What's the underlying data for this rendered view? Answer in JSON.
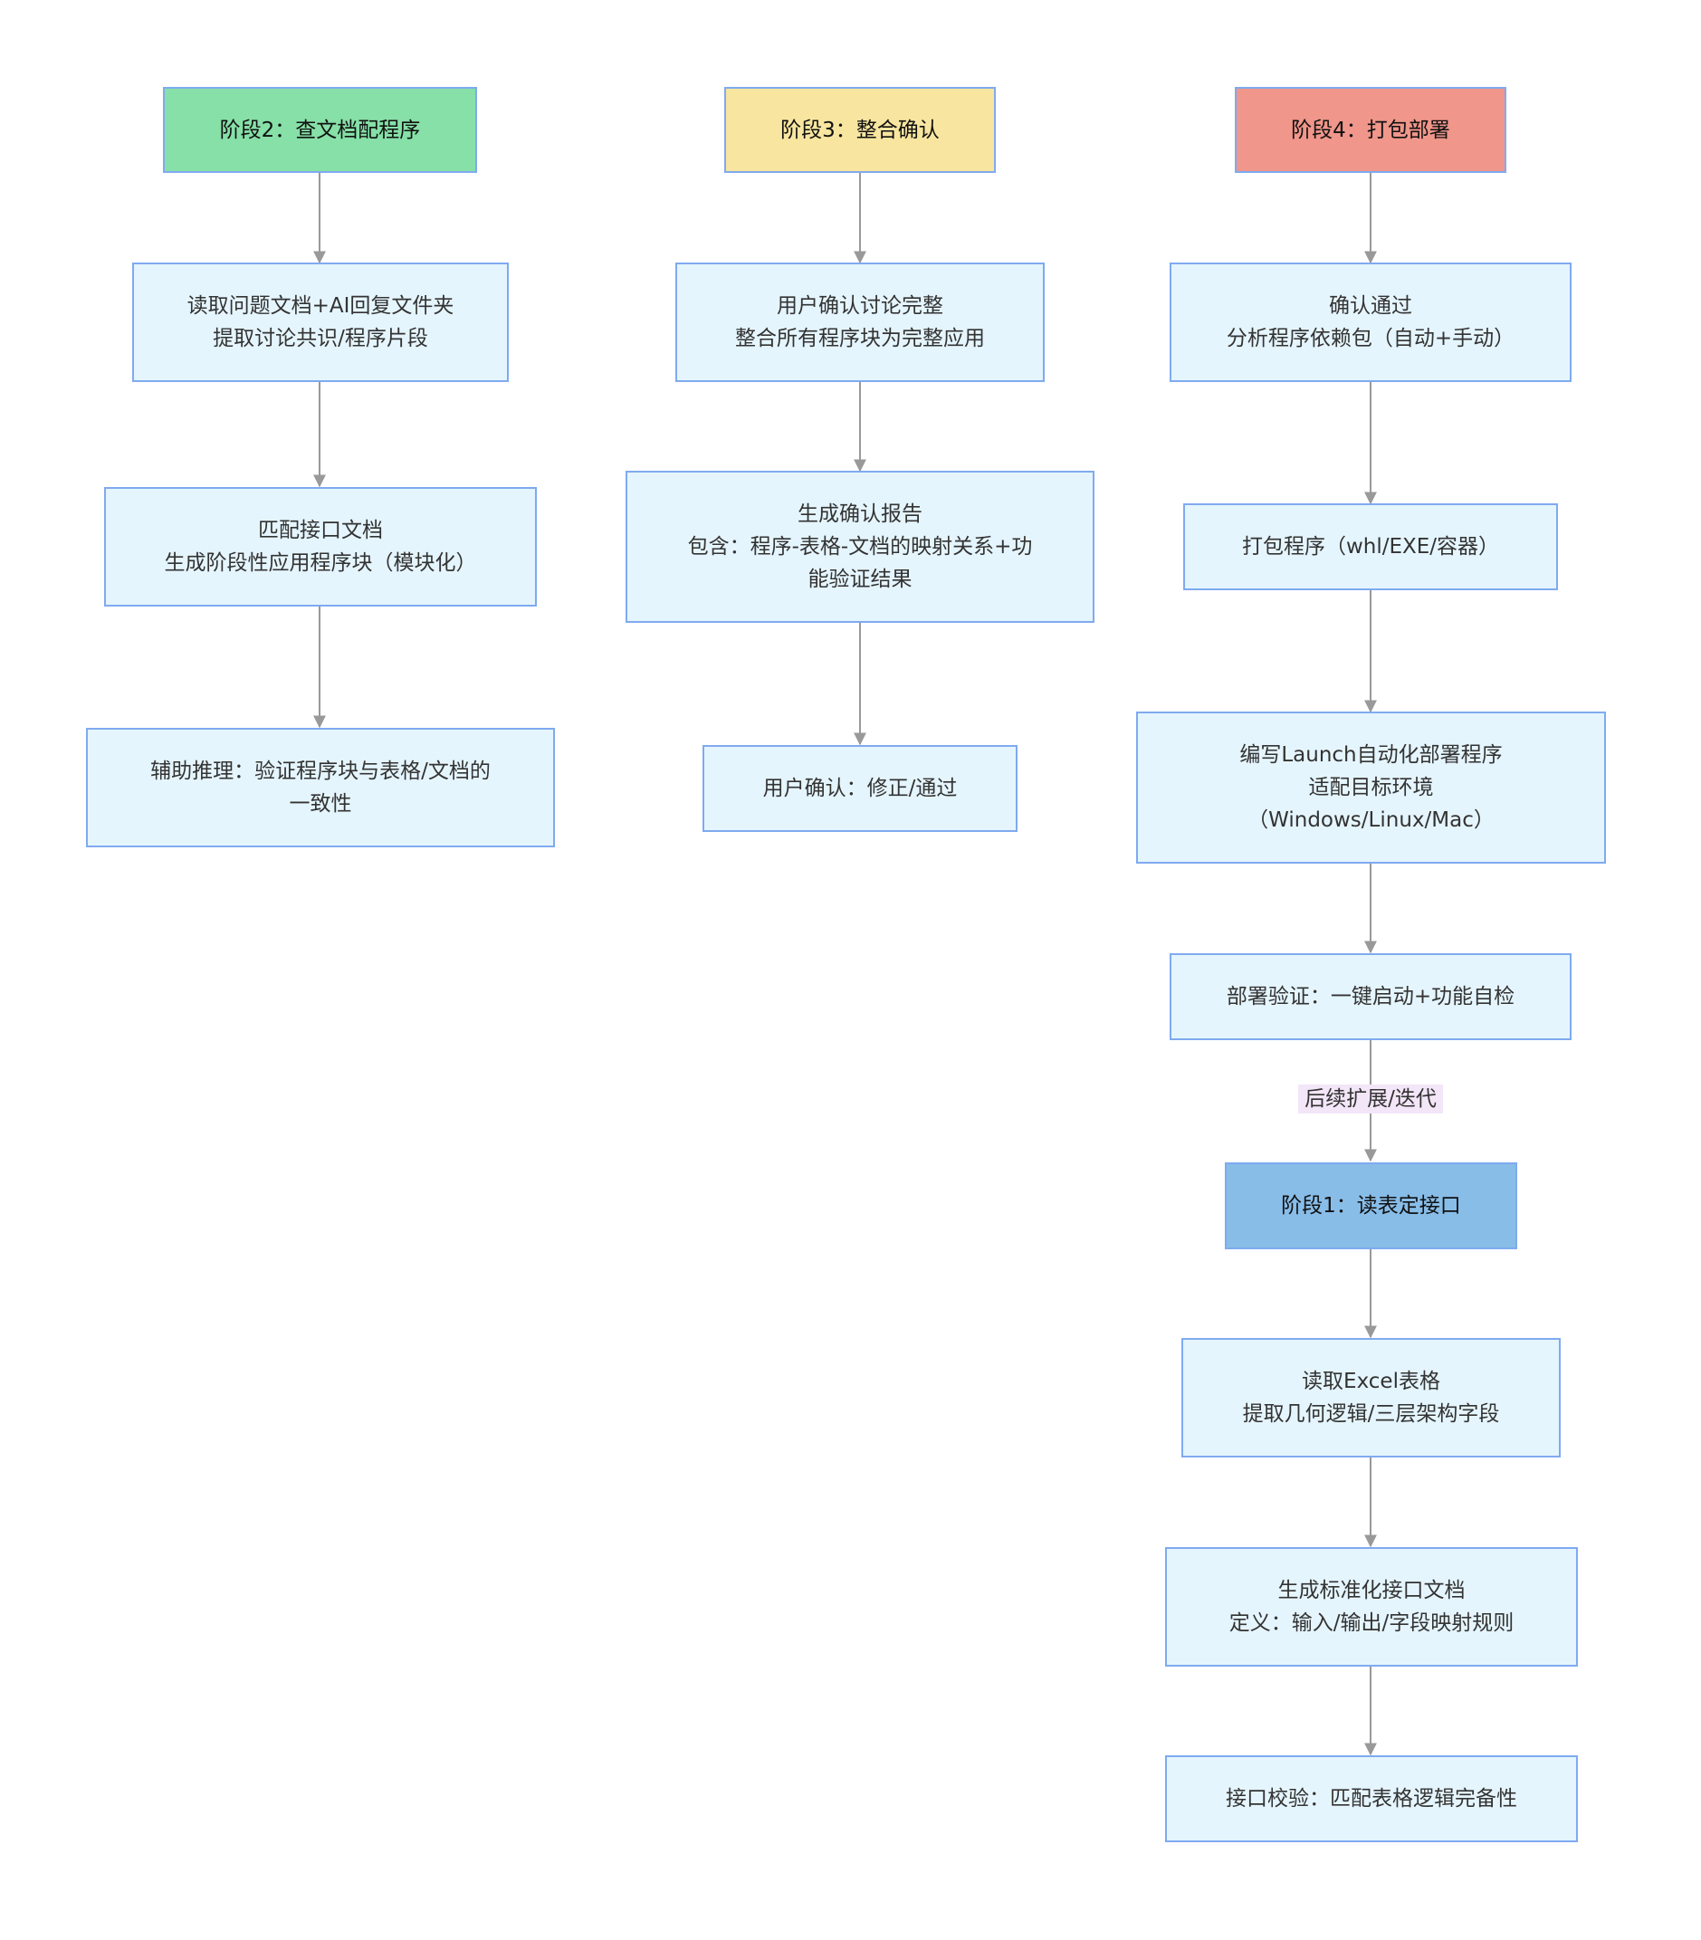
{
  "colors": {
    "node_fill": "#e5f5fd",
    "node_border": "#7faaf0",
    "edge": "#999999",
    "stage2_fill": "#86e0a7",
    "stage3_fill": "#f8e6a0",
    "stage4_fill": "#f0968a",
    "stage1_fill": "#88bde8",
    "edge_label_fill": "#f3e6f8"
  },
  "stage2": {
    "title": "阶段2：查文档配程序",
    "step1": "读取问题文档+AI回复文件夹\n提取讨论共识/程序片段",
    "step2": "匹配接口文档\n生成阶段性应用程序块（模块化）",
    "step3": "辅助推理：验证程序块与表格/文档的\n一致性"
  },
  "stage3": {
    "title": "阶段3：整合确认",
    "step1": "用户确认讨论完整\n整合所有程序块为完整应用",
    "step2": "生成确认报告\n包含：程序-表格-文档的映射关系+功\n能验证结果",
    "step3": "用户确认：修正/通过"
  },
  "stage4": {
    "title": "阶段4：打包部署",
    "step1": "确认通过\n分析程序依赖包（自动+手动）",
    "step2": "打包程序（whl/EXE/容器）",
    "step3": "编写Launch自动化部署程序\n适配目标环境\n（Windows/Linux/Mac）",
    "step4": "部署验证：一键启动+功能自检",
    "edge_label": "后续扩展/迭代"
  },
  "stage1": {
    "title": "阶段1：读表定接口",
    "step1": "读取Excel表格\n提取几何逻辑/三层架构字段",
    "step2": "生成标准化接口文档\n定义：输入/输出/字段映射规则",
    "step3": "接口校验：匹配表格逻辑完备性"
  }
}
